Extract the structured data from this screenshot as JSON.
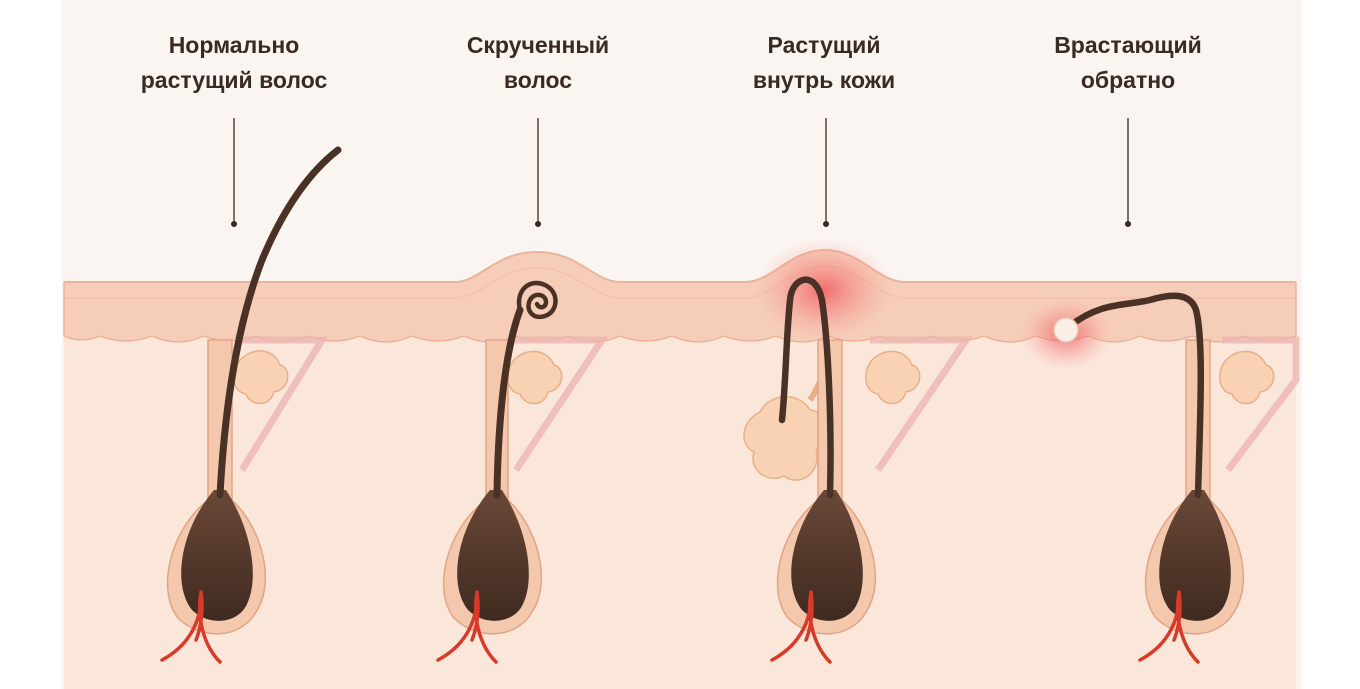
{
  "diagram": {
    "panels": [
      {
        "id": "normal",
        "line1": "Нормально",
        "line2": "растущий волос"
      },
      {
        "id": "curled",
        "line1": "Скрученный",
        "line2": "волос"
      },
      {
        "id": "inward",
        "line1": "Растущий",
        "line2": "внутрь кожи"
      },
      {
        "id": "ingrown",
        "line1": "Врастающий",
        "line2": "обратно"
      }
    ],
    "colors": {
      "background": "#fbf5f1",
      "epidermis": "#f6cdb8",
      "dermis": "#fbe6da",
      "hair": "#4a3125",
      "bulb": "#5a3a2c",
      "papilla": "#d83a2a",
      "gland": "#f8d2b2",
      "inflammation": "#ef4d55",
      "label": "#3a2a24"
    }
  }
}
